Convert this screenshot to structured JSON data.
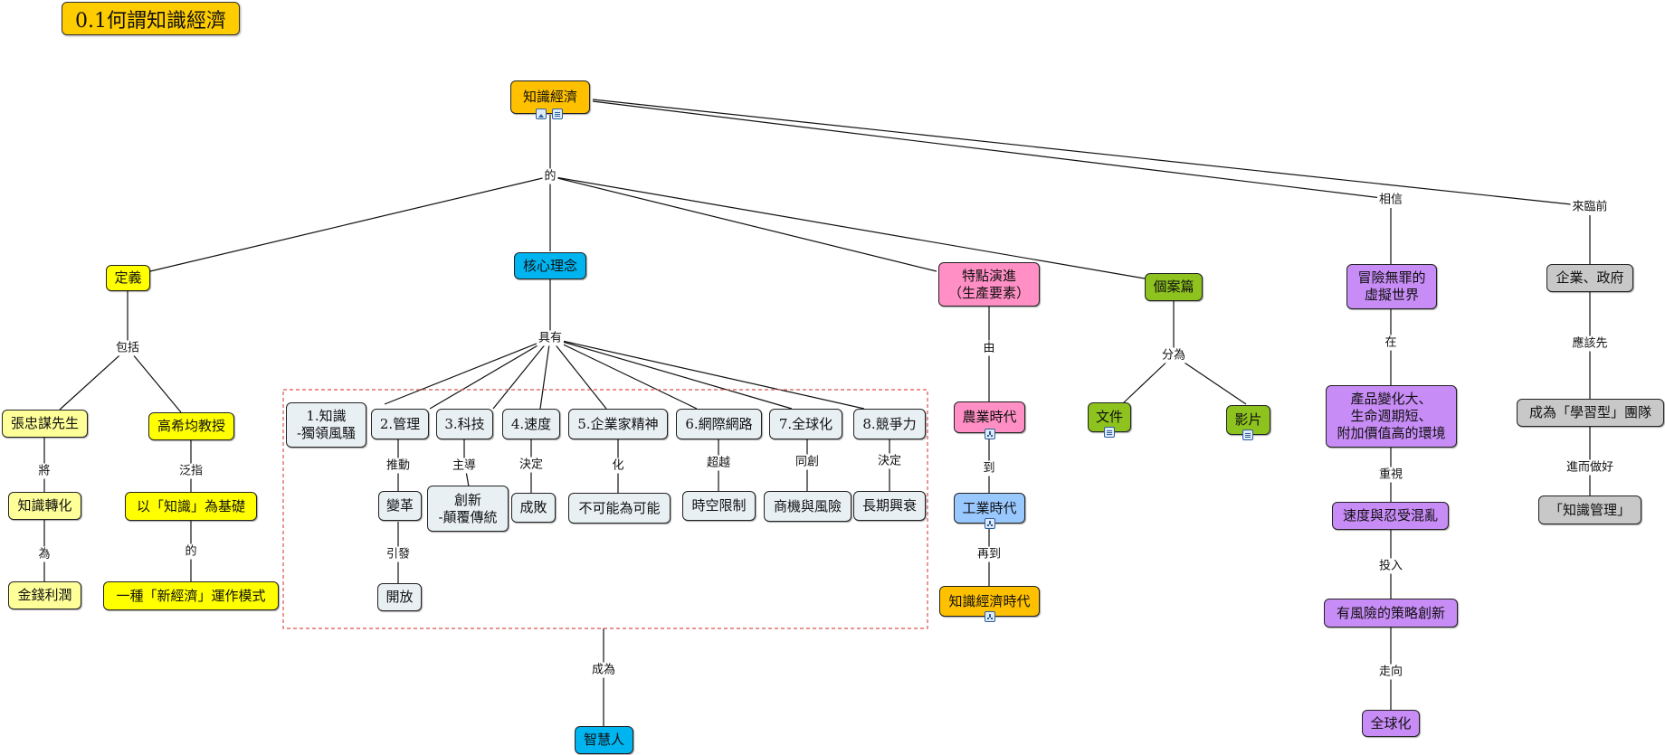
{
  "title": "0.1何謂知識經濟",
  "colors": {
    "orange": "#ffc000",
    "yellow": "#ffff00",
    "light_yellow": "#ffff99",
    "cyan": "#00b4f0",
    "pale": "#e8f0f4",
    "pink": "#ff8fc4",
    "blue": "#99c8ff",
    "green": "#8dc21f",
    "purple": "#c78cf5",
    "gray": "#c8c8c8",
    "dashed_box": "#d9534f"
  },
  "nodes": {
    "root": "知識經濟",
    "definition": "定義",
    "core": "核心理念",
    "features": "特點演進\n（生產要素）",
    "cases": "個案篇",
    "risk_world": "冒險無罪的\n虛擬世界",
    "gov": "企業、政府",
    "zhang": "張忠謀先生",
    "kao": "高希均教授",
    "transform": "知識轉化",
    "money": "金錢利潤",
    "knowledge_base": "以「知識」為基礎",
    "new_economy": "一種「新經濟」運作模式",
    "c1": "1.知識\n-獨領風騷",
    "c2": "2.管理",
    "c3": "3.科技",
    "c4": "4.速度",
    "c5": "5.企業家精神",
    "c6": "6.網際網路",
    "c7": "7.全球化",
    "c8": "8.競爭力",
    "reform": "變革",
    "innovation": "創新\n-顛覆傳統",
    "success": "成敗",
    "impossible": "不可能為可能",
    "spacetime": "時空限制",
    "opportunity": "商機與風險",
    "longterm": "長期興衰",
    "open": "開放",
    "wise": "智慧人",
    "agri": "農業時代",
    "industry": "工業時代",
    "ke_era": "知識經濟時代",
    "doc": "文件",
    "video": "影片",
    "env": "產品變化大、\n生命週期短、\n附加價值高的環境",
    "chaos": "速度與忍受混亂",
    "strategy": "有風險的策略創新",
    "globalize": "全球化",
    "learning_org": "成為「學習型」團隊",
    "km": "「知識管理」"
  },
  "link_labels": {
    "of": "的",
    "believe": "相信",
    "before": "來臨前",
    "include": "包括",
    "have": "具有",
    "by": "由",
    "split": "分為",
    "in": "在",
    "should_first": "應該先",
    "will": "將",
    "refers": "泛指",
    "to_be": "為",
    "of2": "的",
    "drive": "推動",
    "lead": "主導",
    "decide": "決定",
    "turn": "化",
    "surpass": "超越",
    "co_create": "同創",
    "decide2": "決定",
    "trigger": "引發",
    "become": "成為",
    "to": "到",
    "then_to": "再到",
    "value": "重視",
    "invest": "投入",
    "toward": "走向",
    "further": "進而做好"
  }
}
